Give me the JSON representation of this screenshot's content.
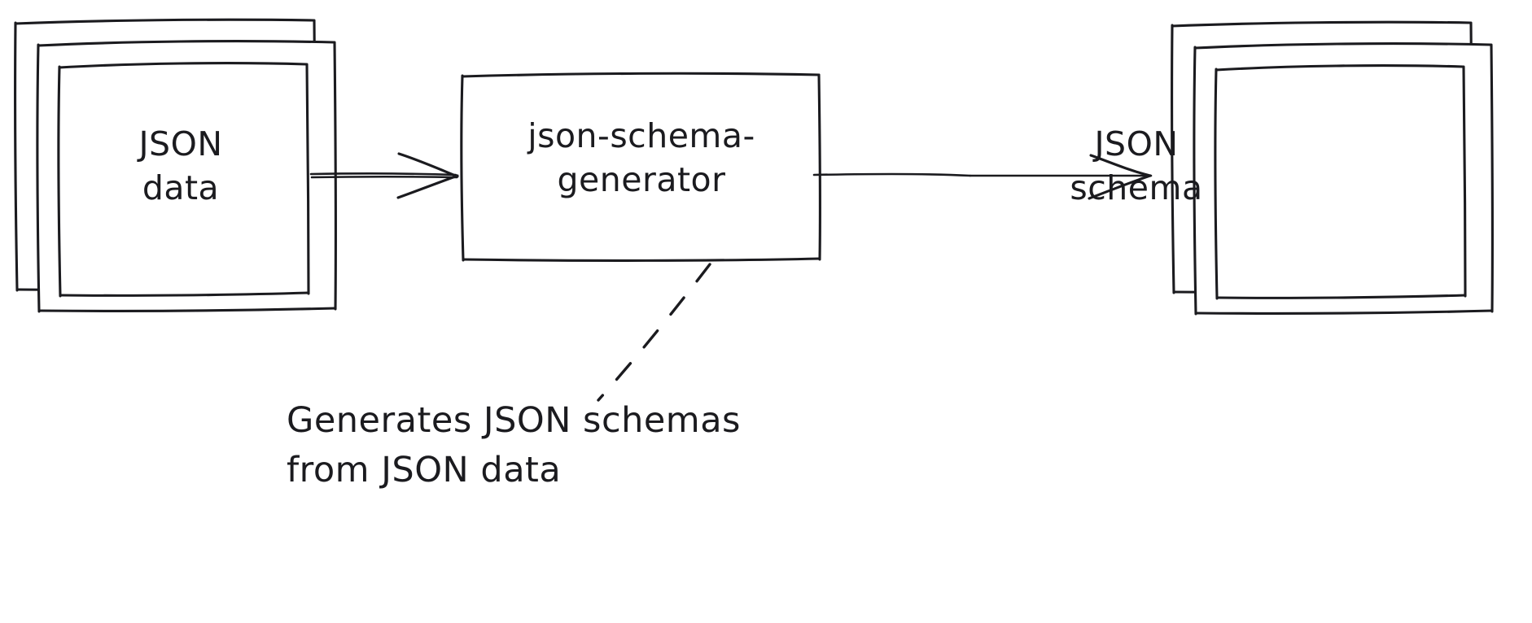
{
  "diagram": {
    "type": "flow-diagram",
    "style": "hand-drawn-sketch",
    "background_color": "#ffffff",
    "stroke_color": "#1b1b1f",
    "nodes": [
      {
        "id": "json-data",
        "shape": "stacked-documents",
        "stack_count": 3,
        "label_line1": "JSON",
        "label_line2": "data"
      },
      {
        "id": "json-schema-generator",
        "shape": "rectangle",
        "label_line1": "json-schema-",
        "label_line2": "generator"
      },
      {
        "id": "json-schema",
        "shape": "stacked-documents",
        "stack_count": 3,
        "label_line1": "JSON",
        "label_line2": "schema"
      }
    ],
    "edges": [
      {
        "id": "edge-data-to-generator",
        "from": "json-data",
        "to": "json-schema-generator",
        "style": "solid-arrow"
      },
      {
        "id": "edge-generator-to-schema",
        "from": "json-schema-generator",
        "to": "json-schema",
        "style": "solid-arrow"
      },
      {
        "id": "edge-generator-to-caption",
        "from": "json-schema-generator",
        "to": "caption",
        "style": "dashed"
      }
    ],
    "caption": {
      "line1": "Generates JSON schemas",
      "line2": "from JSON data"
    }
  }
}
